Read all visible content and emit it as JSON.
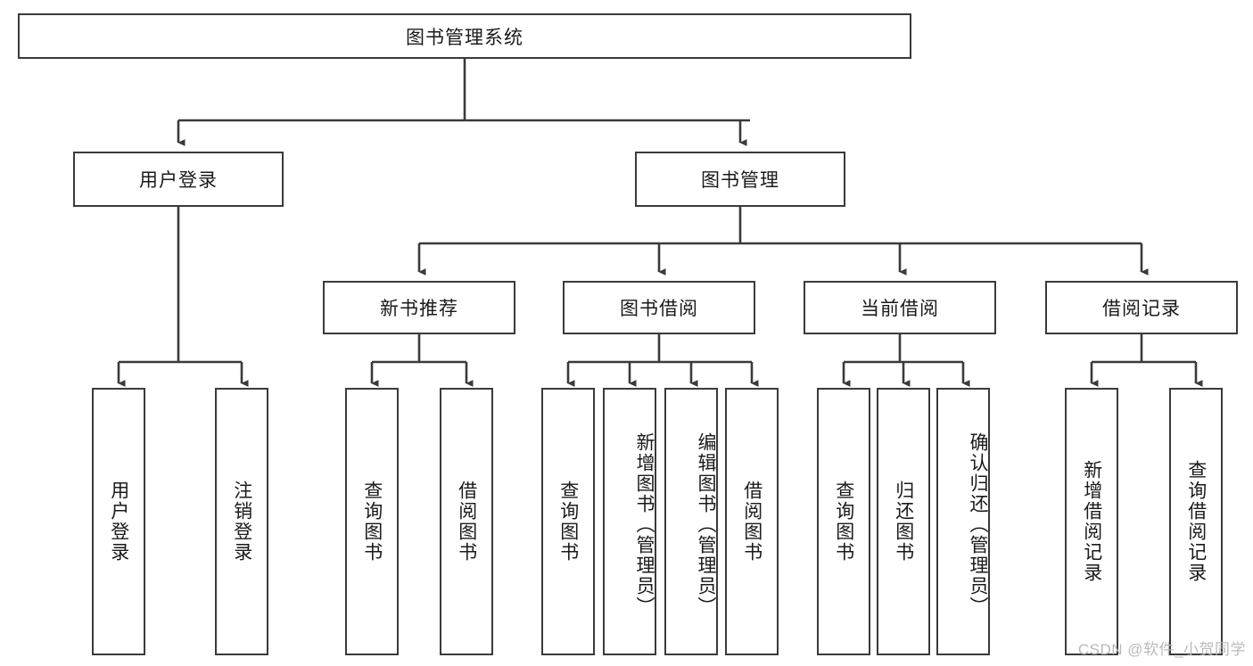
{
  "diagram": {
    "type": "hierarchy-tree",
    "title": "图书管理系统",
    "root": {
      "label": "图书管理系统"
    },
    "level2": [
      {
        "label": "用户登录"
      },
      {
        "label": "图书管理"
      }
    ],
    "level3": [
      {
        "label": "新书推荐"
      },
      {
        "label": "图书借阅"
      },
      {
        "label": "当前借阅"
      },
      {
        "label": "借阅记录"
      }
    ],
    "leaves": {
      "user_login": [
        {
          "label": "用户登录"
        },
        {
          "label": "注销登录"
        }
      ],
      "new_book_recommend": [
        {
          "label": "查询图书"
        },
        {
          "label": "借阅图书"
        }
      ],
      "book_borrow": [
        {
          "label": "查询图书"
        },
        {
          "label": "新增图书（管理员）"
        },
        {
          "label": "编辑图书（管理员）"
        },
        {
          "label": "借阅图书"
        }
      ],
      "current_borrow": [
        {
          "label": "查询图书"
        },
        {
          "label": "归还图书"
        },
        {
          "label": "确认归还（管理员）"
        }
      ],
      "borrow_record": [
        {
          "label": "新增借阅记录"
        },
        {
          "label": "查询借阅记录"
        }
      ]
    }
  },
  "watermark": {
    "text": "CSDN @软件_小贺同学"
  },
  "colors": {
    "border": "#3a3a3a",
    "background": "#ffffff",
    "text": "#1a1a1a",
    "watermark": "#b9b9b9"
  }
}
